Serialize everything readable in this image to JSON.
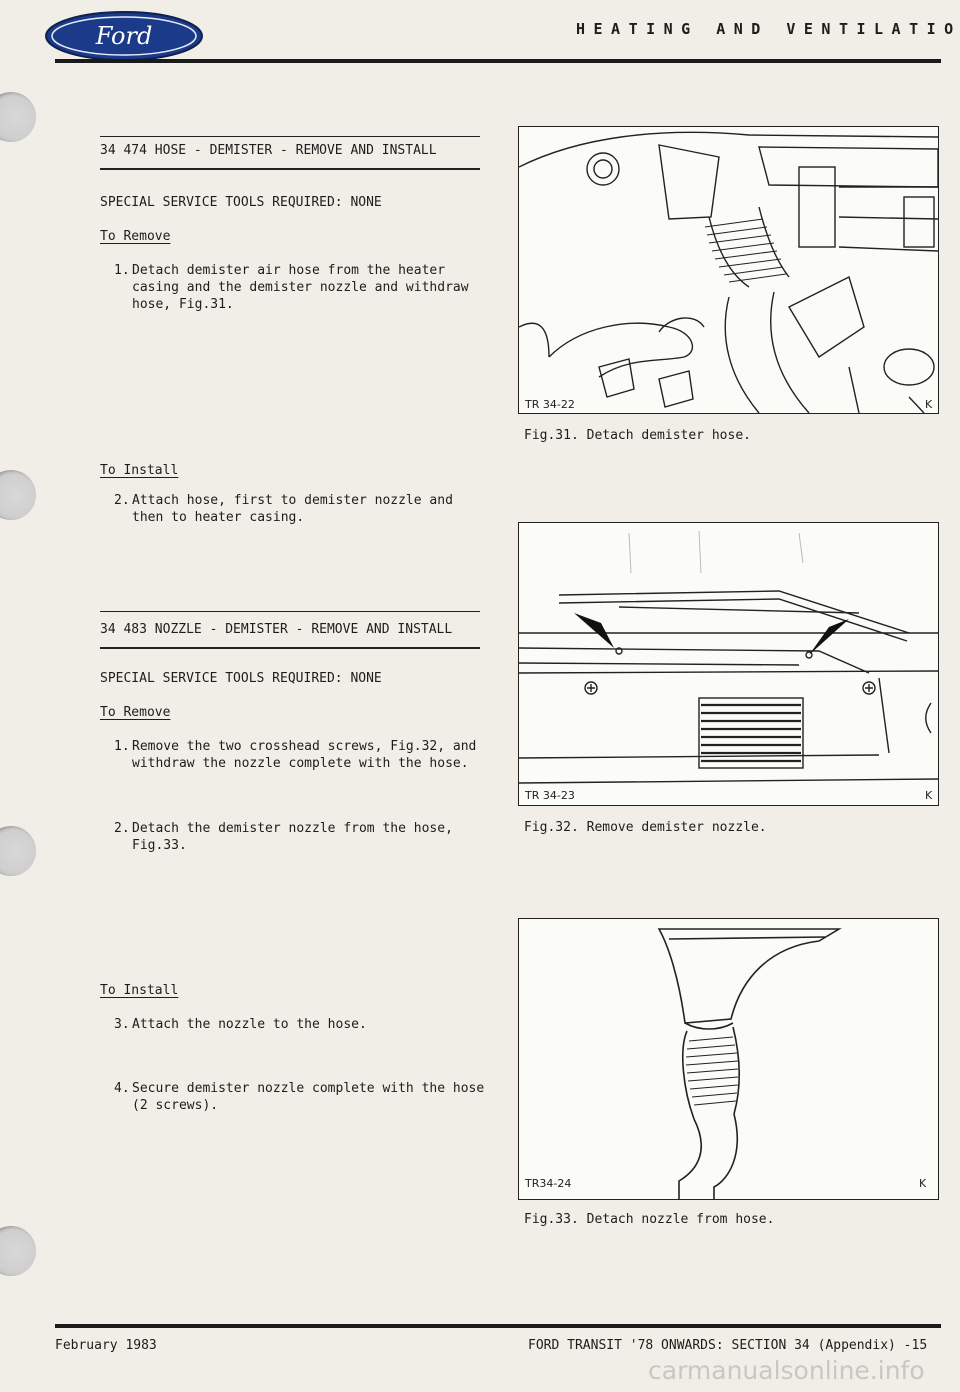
{
  "header": {
    "logo_text": "Ford",
    "title": "HEATING AND VENTILATION"
  },
  "section1": {
    "title": "34 474  HOSE - DEMISTER - REMOVE AND INSTALL",
    "tools": "SPECIAL SERVICE TOOLS REQUIRED: NONE",
    "remove_heading": "To Remove",
    "step1_num": "1.",
    "step1_lines": [
      "Detach demister air hose from the heater",
      "casing and the demister nozzle and withdraw",
      "hose, Fig.31."
    ],
    "install_heading": "To Install",
    "step2_num": "2.",
    "step2_lines": [
      "Attach hose, first to demister nozzle and",
      "then to heater casing."
    ]
  },
  "section2": {
    "title": "34 483  NOZZLE - DEMISTER - REMOVE AND INSTALL",
    "tools": "SPECIAL SERVICE TOOLS REQUIRED: NONE",
    "remove_heading": "To Remove",
    "step1_num": "1.",
    "step1_lines": [
      "Remove the two crosshead screws, Fig.32, and",
      "withdraw the nozzle complete with the hose."
    ],
    "step2_num": "2.",
    "step2_lines": [
      "Detach the demister nozzle from the hose,",
      "Fig.33."
    ],
    "install_heading": "To Install",
    "step3_num": "3.",
    "step3_lines": [
      "Attach the nozzle to the hose."
    ],
    "step4_num": "4.",
    "step4_lines": [
      "Secure demister nozzle complete with the hose",
      "(2 screws)."
    ]
  },
  "figures": [
    {
      "ref": "TR 34-22",
      "mark": "K",
      "caption": "Fig.31. Detach demister hose."
    },
    {
      "ref": "TR 34-23",
      "mark": "K",
      "caption": "Fig.32. Remove demister nozzle."
    },
    {
      "ref": "TR34-24",
      "mark": "K",
      "caption": "Fig.33. Detach nozzle from hose."
    }
  ],
  "footer": {
    "date": "February 1983",
    "section": "FORD TRANSIT '78 ONWARDS: SECTION 34 (Appendix) -15"
  },
  "watermark": "carmanualsonline.info",
  "colors": {
    "logo_blue": "#1b3a8a",
    "ink": "#1d1d1d",
    "paper": "#f1eee7"
  }
}
